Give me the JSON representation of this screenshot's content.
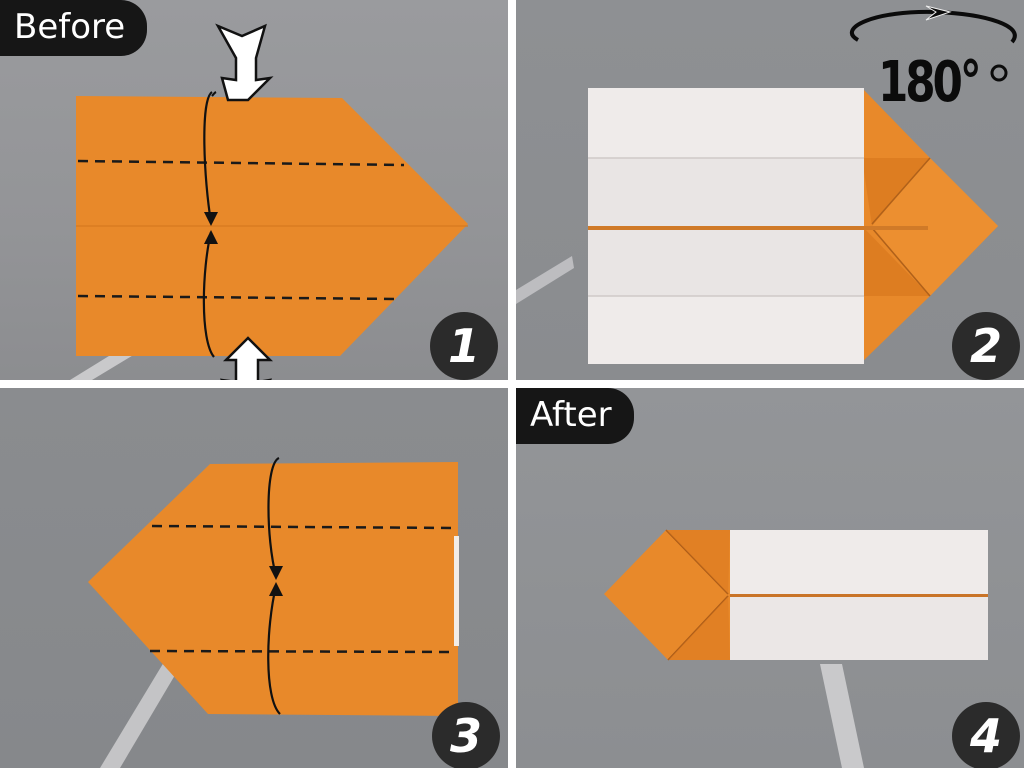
{
  "panels": [
    {
      "id": 1,
      "label": "Before",
      "step_number": "1",
      "description": "Orange pentagon-shaped paper pointing right with two horizontal dashed fold lines; curved arrows indicate folding top and bottom edges to the center; white push arrows at top and bottom"
    },
    {
      "id": 2,
      "step_number": "2",
      "rotation_label": "180°",
      "description": "Paper with top and bottom flaps folded to center, white side showing; arrow indicates rotating the model 180 degrees"
    },
    {
      "id": 3,
      "step_number": "3",
      "description": "Orange pentagon-shaped paper pointing left with two horizontal dashed fold lines and curved arrows toward the center"
    },
    {
      "id": 4,
      "label": "After",
      "step_number": "4",
      "description": "Finished fold: white rectangular body with orange pointed tip on the left"
    }
  ],
  "colors": {
    "paper_orange": "#e8892a",
    "paper_white": "#ece8e6",
    "background_gray": "#8f9194",
    "label_bg": "#161616",
    "badge_bg": "#2b2b2b",
    "divider": "#ffffff"
  }
}
